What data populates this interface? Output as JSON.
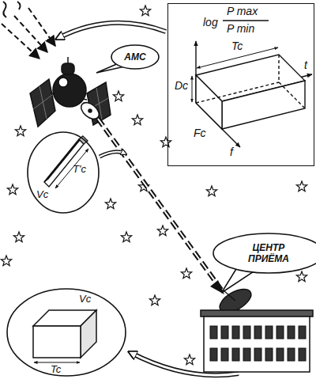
{
  "diagram": {
    "nodes": [
      {
        "text": [
          "log",
          "P max",
          "P min",
          "t",
          "f",
          "Tc",
          "Dc",
          "Fc"
        ]
      },
      {
        "text": [
          "АМС"
        ]
      },
      {
        "text": [
          "Vc",
          "T'c"
        ]
      },
      {
        "text": [
          "ЦЕНТР ПРИЁМА"
        ]
      },
      {
        "text": [
          "Vc",
          "Tc"
        ]
      }
    ]
  }
}
